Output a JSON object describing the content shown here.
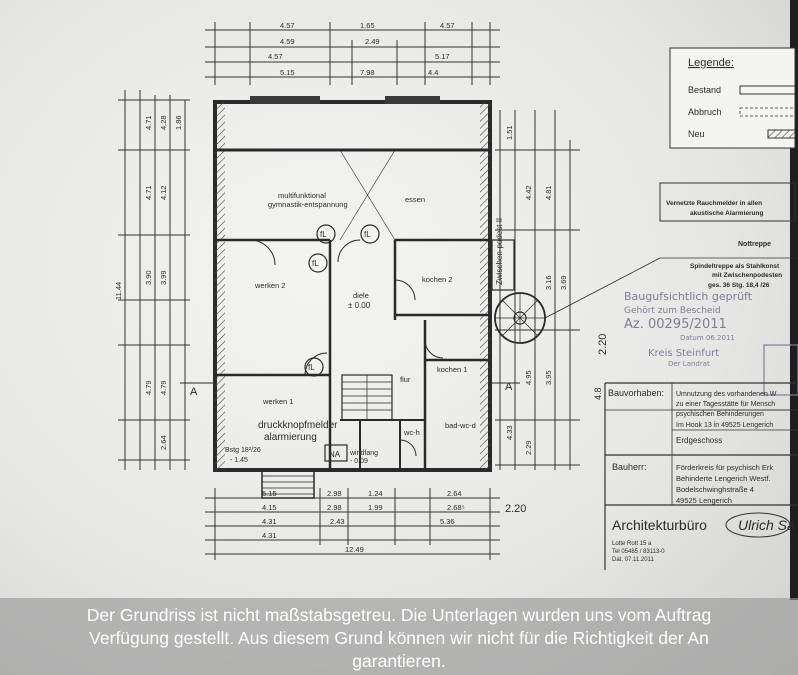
{
  "legend": {
    "title": "Legende:",
    "items": [
      "Bestand",
      "Abbruch",
      "Neu"
    ]
  },
  "smoke_note": [
    "Vernetzte Rauchmelder in allen",
    "akustische Alarmierung"
  ],
  "stair_note": {
    "title": "Nottreppe",
    "lines": [
      "Spindeltreppe als Stahlkonst",
      "mit Zwischenpodesten",
      "ges. 36 Stg. 18,4 /26"
    ]
  },
  "stamp": {
    "lines": [
      "Baugufsichtlich geprüft",
      "Gehört zum Bescheid",
      "Az. 00295/2011",
      "Datum 06.2011",
      "Kreis Steinfurt",
      "Der Landrat"
    ]
  },
  "title_block": {
    "vorhaben_label": "Bauvorhaben:",
    "vorhaben_lines": [
      "Umnutzung des vorhandenen W",
      "zu einer Tagesstätte für Mensch",
      "psychischen Behinderungen",
      "Im Hook 13 in 49525 Lengerich"
    ],
    "floor": "Erdgeschoss",
    "bauherr_label": "Bauherr:",
    "bauherr_lines": [
      "Förderkreis für psychisch Erk",
      "Behinderte Lengerich Westf.",
      "Bodelschwinghstraße 4",
      "49525 Lengerich"
    ],
    "office": "Architekturbüro",
    "office_name": "Ulrich Sa",
    "address_lines": [
      "Lotte Rott 15 a",
      "Tel 05485 / 83113-0",
      "Dat. 07.11.2011"
    ]
  },
  "rooms": {
    "multifunktional": "multifunktional",
    "gymnastik": "gymnastik-entspannung",
    "essen": "essen",
    "werken2": "werken 2",
    "kochen2": "kochen 2",
    "zwischenpodest": "Zwischen-podest II",
    "diele": "diele",
    "diele_level": "± 0.00",
    "kochen1": "kochen 1",
    "flur": "flur",
    "werken1": "werken 1",
    "druckknopf": "druckknopfmelder",
    "alarmierung": "alarmierung",
    "bad": "bad-wc-d",
    "wc": "wc-h",
    "windfang": "windfang",
    "windfang_level": "- 0.09",
    "na": "NA",
    "stg": "Bstg 18²/26",
    "stg_level": "- 1.45",
    "fl": "fL",
    "section": "A"
  },
  "dims": {
    "top": [
      "4.57",
      "1.65",
      "4.57",
      "4.57",
      "4.59",
      "2.49",
      "5.17",
      "5.15",
      "7.98",
      "4.4"
    ],
    "bottom": [
      "5.15",
      "2.98",
      "1.24",
      "2.64",
      "4.15",
      "2.98",
      "1.99",
      "2.68⁵",
      "4.31",
      "2.43",
      "5.36",
      "4.31",
      "12.49",
      "2.20"
    ],
    "left": [
      "4.71",
      "4.28",
      "4.12",
      "1.86",
      "4.71",
      "3.90",
      "3.99",
      "4.79",
      "4.79",
      "2.64",
      "11.44"
    ],
    "right": [
      "1.51",
      "4.42",
      "4.81",
      "3.16",
      "4.95",
      "4.33",
      "2.29",
      "2.20",
      "4.8",
      "3.69",
      "3.95"
    ]
  },
  "caption": [
    "Der Grundriss ist nicht maßstabsgetreu. Die Unterlagen wurden uns vom Auftrag",
    "Verfügung gestellt. Aus diesem Grund können wir nicht für die Richtigkeit der An",
    "garantieren."
  ]
}
